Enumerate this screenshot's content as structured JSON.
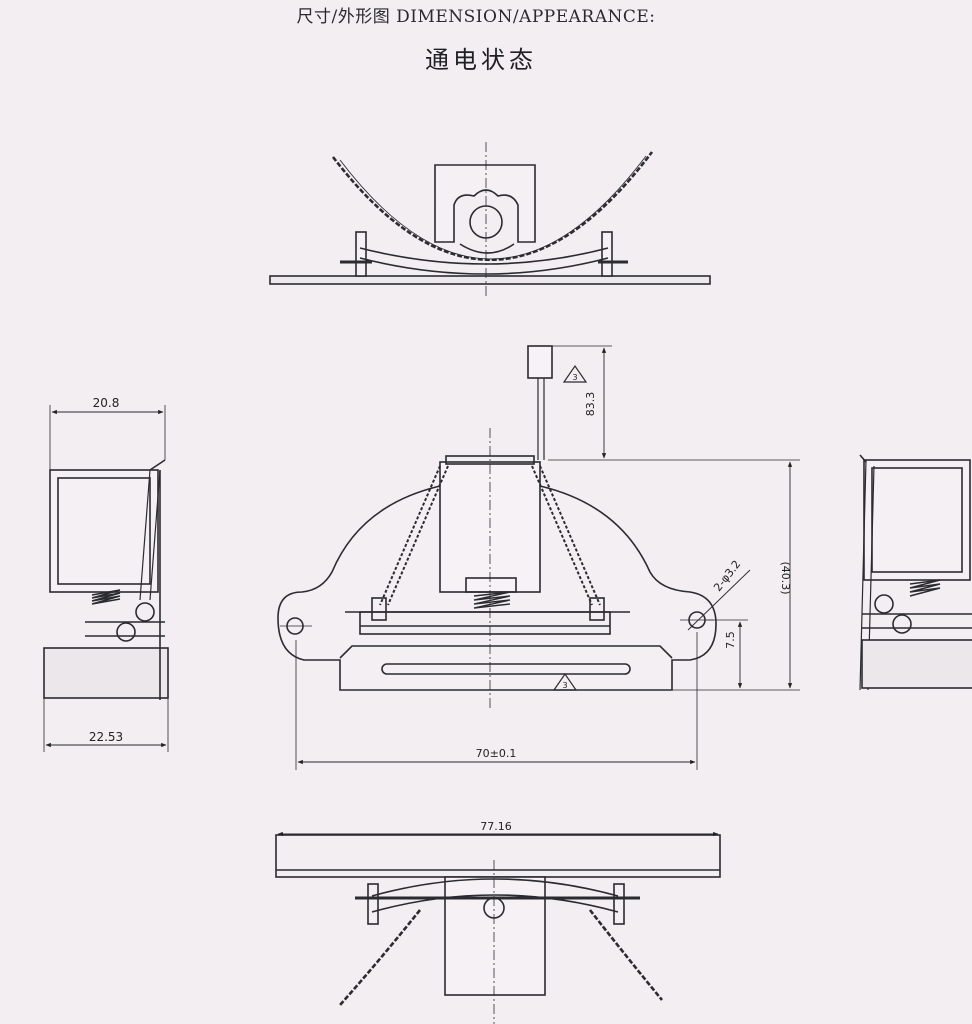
{
  "header": {
    "title": "尺寸/外形图 DIMENSION/APPEARANCE:",
    "state_label": "通电状态"
  },
  "dimensions": {
    "side_width_top": "20.8",
    "side_width_bottom": "22.53",
    "hole_pitch": "70±0.1",
    "overall_height": "(40.3)",
    "hole_diameter": "2-φ3.2",
    "hole_height": "7.5",
    "lead_length": "83.3",
    "bottom_width": "77.16"
  },
  "markers": {
    "warning_symbol_1": "3",
    "warning_symbol_2": "3"
  }
}
